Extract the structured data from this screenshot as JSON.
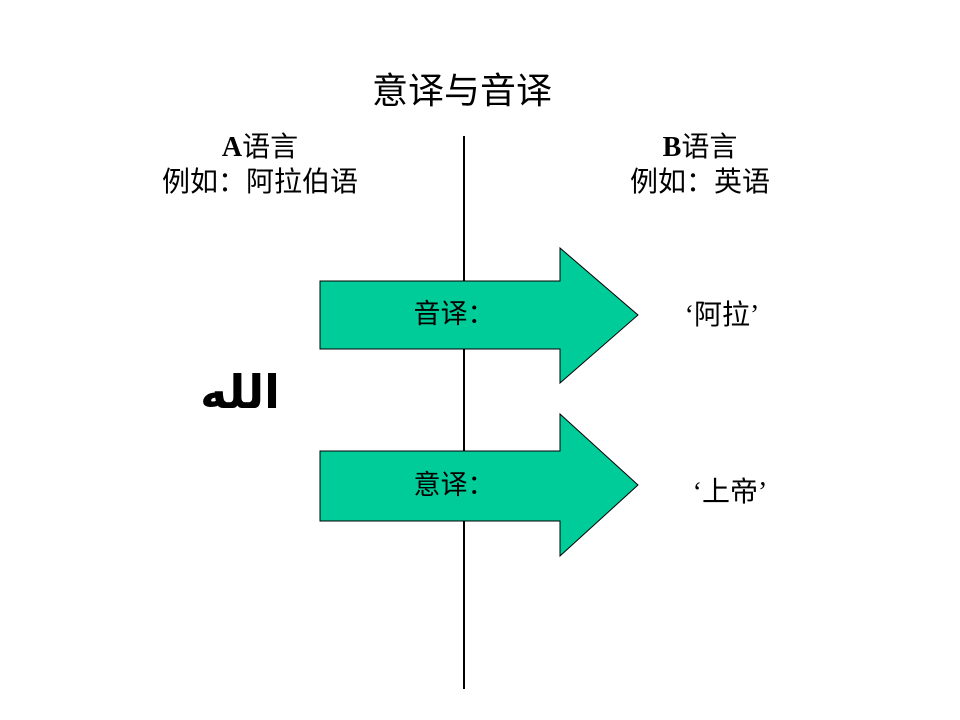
{
  "title": "意译与音译",
  "left": {
    "latin": "A",
    "lang_label": "语言",
    "example": "例如：阿拉伯语",
    "word": "الله"
  },
  "right": {
    "latin": "B",
    "lang_label": "语言",
    "example": "例如：英语"
  },
  "arrows": [
    {
      "label": "音译：",
      "result": "‘阿拉’"
    },
    {
      "label": "意译：",
      "result": "‘上帝’"
    }
  ],
  "colors": {
    "arrow_fill": "#00cc99",
    "arrow_stroke": "#000000",
    "text": "#000000"
  }
}
